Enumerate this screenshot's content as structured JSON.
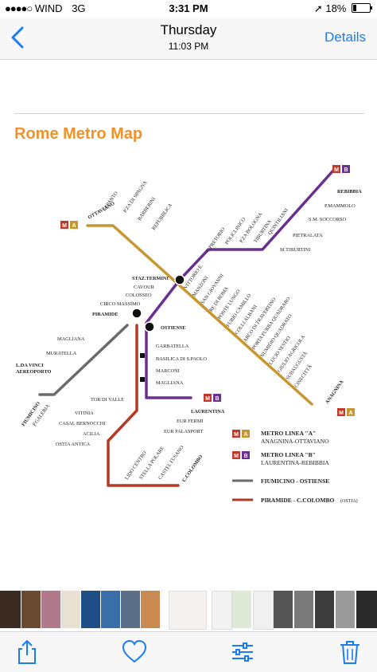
{
  "status_bar": {
    "carrier": "WIND",
    "network": "3G",
    "time": "3:31 PM",
    "battery": "18%",
    "battery_level": 0.18
  },
  "nav": {
    "title": "Thursday",
    "subtitle": "11:03 PM",
    "details_label": "Details"
  },
  "map": {
    "title": "Rome Metro Map",
    "colors": {
      "line_a": "#c8962e",
      "line_b": "#6a2f8f",
      "fiumicino": "#6b6b6b",
      "piramide_colombo": "#b43a26",
      "title": "#f0922c"
    },
    "line_a_stations": [
      "OTTAVIANO",
      "LEPANTO",
      "P.ZA DI SPAGNA",
      "BARBERINI",
      "REPUBBLICA",
      "VITTORIO E.",
      "MANZONI",
      "SAN GIOVANNI",
      "RE DI ROMA",
      "PONTE LUNGO",
      "FURIO CAMILLO",
      "COLLI ALBANI",
      "ARCO DI TRAVERTINO",
      "PORTA FURBA QUADRARO",
      "NUMIDIO QUADRATO",
      "LUCIO SESTIO",
      "GIULIO AGRICOLA",
      "SUBAUGUSTA",
      "CINECITTÀ",
      "ANAGNINA"
    ],
    "line_b_stations": [
      "REBIBBIA",
      "P.MAMMOLO",
      "S.M. SOCCORSO",
      "PIETRALATA",
      "M.TIBURTINI",
      "QUINTILIANI",
      "TIBURTINA",
      "P.ZA BOLOGNA",
      "POLICLINICO",
      "C.PRETORIO",
      "STAZ.TERMINI",
      "CAVOUR",
      "COLOSSEO",
      "CIRCO MASSIMO",
      "PIRAMIDE",
      "GARBATELLA",
      "BASILICA DI S.PAOLO",
      "MARCONI",
      "MAGLIANA",
      "EUR FERMI",
      "EUR PALASPORT",
      "LAURENTINA"
    ],
    "fiumicino_stations": [
      "MAGLIANA",
      "MURATELLA",
      "L.DA VINCI AEREOPORTO",
      "FIUMICINO",
      "P.GALERIA"
    ],
    "lido_stations": [
      "TOR DI VALLE",
      "VITINIA",
      "CASAL BERNOCCHI",
      "ACILIA",
      "OSTIA ANTICA",
      "LIDO CENTRO",
      "STELLA POLARE",
      "CASTEL FUSANO",
      "C.COLOMBO"
    ],
    "ostiense": "OSTIENSE",
    "badge_m": "M",
    "badge_a": "A",
    "badge_b": "B",
    "legend": [
      {
        "title": "METRO LINEA \"A\"",
        "sub": "ANAGNINA-OTTAVIANO"
      },
      {
        "title": "METRO LINEA \"B\"",
        "sub": "LAURENTINA-REBIBBIA"
      },
      {
        "title": "FIUMICINO - OSTIENSE",
        "sub": ""
      },
      {
        "title": "PIRAMIDE - C.COLOMBO",
        "sub": "(OSTIA)"
      }
    ]
  },
  "toolbar": {
    "share": "share-icon",
    "favorite": "heart-icon",
    "edit": "sliders-icon",
    "delete": "trash-icon"
  }
}
